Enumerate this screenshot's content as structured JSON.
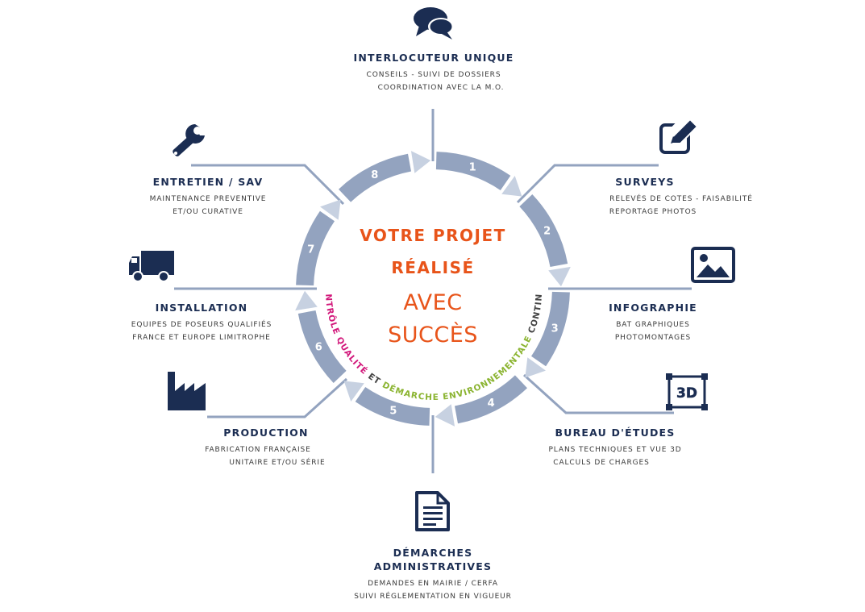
{
  "colors": {
    "navy": "#1b2d52",
    "arc": "#93a3bf",
    "arrowhead": "#c7d1e1",
    "connector": "#93a3bf",
    "orange": "#e8541a",
    "magenta": "#d2187b",
    "green": "#8bb431",
    "dark_gray": "#444444"
  },
  "center": {
    "line1": "VOTRE PROJET",
    "line2": "RÉALISÉ",
    "line3": "AVEC",
    "line4": "SUCCÈS"
  },
  "ring_text": {
    "part1": "CONTRÔLE QUALITÉ ",
    "part2": "ET ",
    "part3": "DÉMARCHE ENVIRONNEMENTALE ",
    "part4": "CONTINUS"
  },
  "steps": [
    {
      "number": "1",
      "title": "INTERLOCUTEUR UNIQUE",
      "lines": [
        "CONSEILS - SUIVI DE DOSSIERS",
        "COORDINATION AVEC LA M.O."
      ],
      "icon": "speech-bubbles-icon"
    },
    {
      "number": "2",
      "title": "SURVEYS",
      "lines": [
        "RELEVÉS DE COTES - FAISABILITÉ",
        "REPORTAGE PHOTOS"
      ],
      "icon": "pencil-edit-icon"
    },
    {
      "number": "3",
      "title": "INFOGRAPHIE",
      "lines": [
        "BAT GRAPHIQUES",
        "PHOTOMONTAGES"
      ],
      "icon": "picture-icon"
    },
    {
      "number": "4",
      "title": "BUREAU D'ÉTUDES",
      "lines": [
        "PLANS TECHNIQUES ET VUE 3D",
        "CALCULS DE CHARGES"
      ],
      "icon": "3d-cube-icon",
      "icon_label": "3D"
    },
    {
      "number": "5",
      "title": "DÉMARCHES ADMINISTRATIVES",
      "title_line1": "DÉMARCHES",
      "title_line2": "ADMINISTRATIVES",
      "lines": [
        "DEMANDES EN MAIRIE / CERFA",
        "SUIVI RÉGLEMENTATION EN VIGUEUR"
      ],
      "icon": "document-icon"
    },
    {
      "number": "6",
      "title": "PRODUCTION",
      "lines": [
        "FABRICATION FRANÇAISE",
        "UNITAIRE ET/OU SÉRIE"
      ],
      "icon": "factory-icon"
    },
    {
      "number": "7",
      "title": "INSTALLATION",
      "lines": [
        "EQUIPES DE POSEURS QUALIFIÉS",
        "FRANCE ET EUROPE LIMITROPHE"
      ],
      "icon": "truck-icon"
    },
    {
      "number": "8",
      "title": "ENTRETIEN / SAV",
      "lines": [
        "MAINTENANCE PREVENTIVE",
        "ET/OU CURATIVE"
      ],
      "icon": "wrench-icon"
    }
  ]
}
